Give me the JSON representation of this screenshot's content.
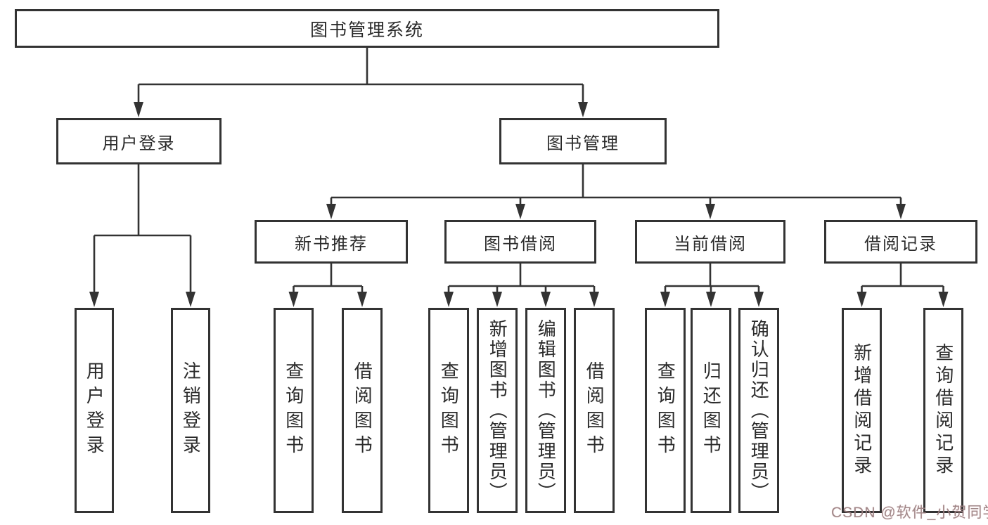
{
  "tree": {
    "root": {
      "label": "图书管理系统",
      "children": [
        {
          "label": "用户登录",
          "children": [
            {
              "label": "用户登录"
            },
            {
              "label": "注销登录"
            }
          ]
        },
        {
          "label": "图书管理",
          "children": [
            {
              "label": "新书推荐",
              "children": [
                {
                  "label": "查询图书"
                },
                {
                  "label": "借阅图书"
                }
              ]
            },
            {
              "label": "图书借阅",
              "children": [
                {
                  "label": "查询图书"
                },
                {
                  "label": "新增图书（管理员）"
                },
                {
                  "label": "编辑图书（管理员）"
                },
                {
                  "label": "借阅图书"
                }
              ]
            },
            {
              "label": "当前借阅",
              "children": [
                {
                  "label": "查询图书"
                },
                {
                  "label": "归还图书"
                },
                {
                  "label": "确认归还（管理员）"
                }
              ]
            },
            {
              "label": "借阅记录",
              "children": [
                {
                  "label": "新增借阅记录"
                },
                {
                  "label": "查询借阅记录"
                }
              ]
            }
          ]
        }
      ]
    }
  },
  "watermark": {
    "text": "CSDN @软件_小贺同学"
  },
  "colors": {
    "line": "#333333",
    "box_border": "#333333",
    "text": "#2a2a2a",
    "background": "#ffffff",
    "watermark": "#948080"
  }
}
